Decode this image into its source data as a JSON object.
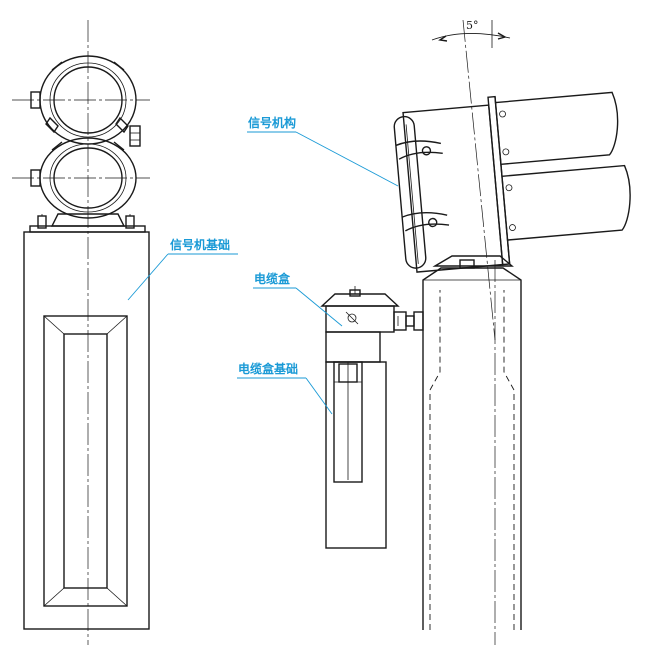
{
  "labels": {
    "signal_mechanism": "信号机构",
    "signal_foundation": "信号机基础",
    "cable_box": "电缆盒",
    "cable_box_foundation": "电缆盒基础"
  },
  "angle": {
    "text": "5°"
  },
  "colors": {
    "label": "#1a9ad6",
    "line": "#1a1a1a"
  }
}
